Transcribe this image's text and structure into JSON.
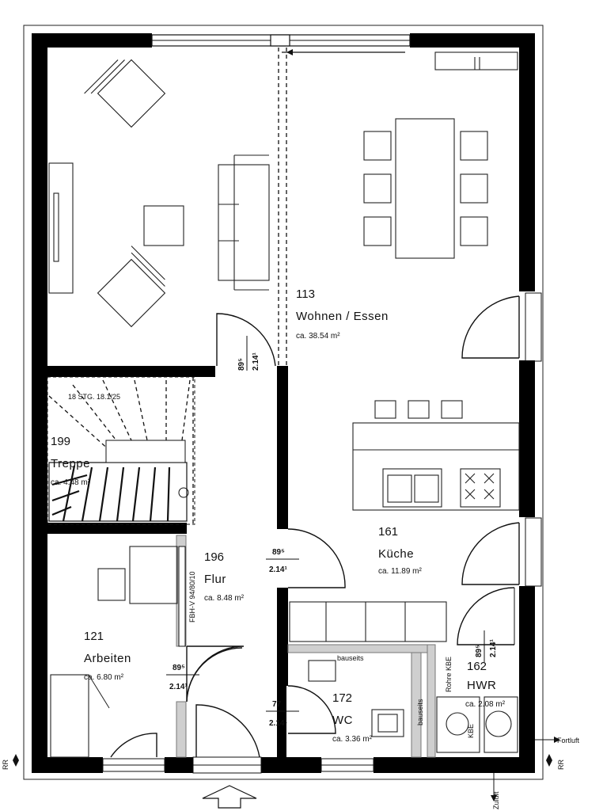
{
  "rooms": {
    "wohnen": {
      "number": "113",
      "name": "Wohnen / Essen",
      "area": "ca. 38.54 m²"
    },
    "treppe": {
      "number": "199",
      "name": "Treppe",
      "area": "ca. 4.48 m²",
      "stairs": "18 STG. 18.1/25"
    },
    "kueche": {
      "number": "161",
      "name": "Küche",
      "area": "ca. 11.89 m²"
    },
    "flur": {
      "number": "196",
      "name": "Flur",
      "area": "ca. 8.48 m²",
      "fbh": "FBH-V 94/80/10"
    },
    "arbeiten": {
      "number": "121",
      "name": "Arbeiten",
      "area": "ca. 6.80 m²"
    },
    "wc": {
      "number": "172",
      "name": "WC",
      "area": "ca. 3.36 m²"
    },
    "hwr": {
      "number": "162",
      "name": "HWR",
      "area": "ca. 2.08 m²"
    }
  },
  "doors": {
    "flur_wohnen": {
      "width": "89⁵",
      "height": "2.14¹"
    },
    "flur_kueche": {
      "width": "89⁵",
      "height": "2.14¹"
    },
    "arbeiten": {
      "width": "89⁵",
      "height": "2.14¹"
    },
    "wc": {
      "width": "77",
      "height": "2.14¹"
    },
    "hwr": {
      "width": "89⁵",
      "height": "2.14¹"
    }
  },
  "annotations": {
    "bauseits_top": "bauseits",
    "bauseits_side": "bauseits",
    "rohre": "Rohre KBE",
    "kbe": "KBE",
    "fortluft": "Fortluft",
    "zuluft": "Zuluft",
    "rr_left": "RR",
    "rr_right": "RR"
  }
}
